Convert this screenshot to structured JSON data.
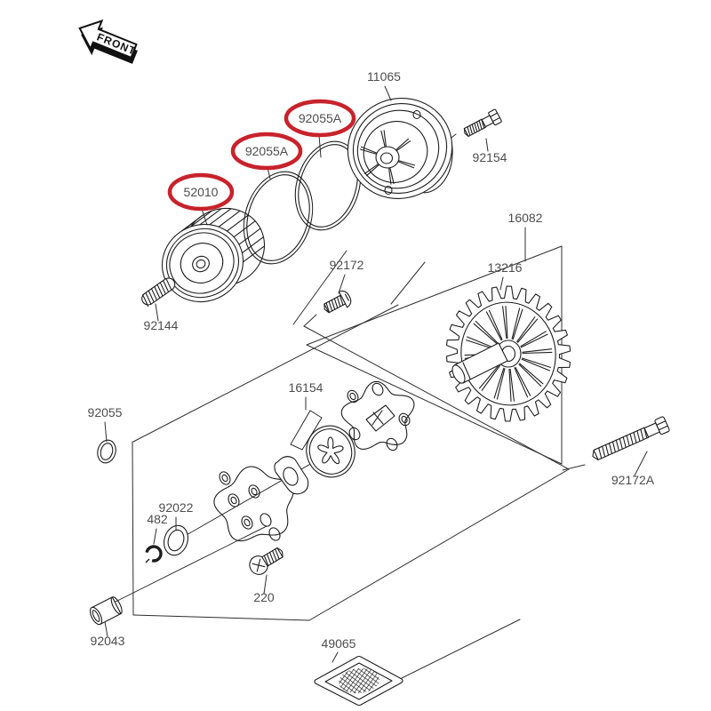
{
  "colors": {
    "highlight_red": "#c8222b",
    "line_ink": "#1e1e1e",
    "label_ink": "#4d4d4d",
    "background": "#ffffff"
  },
  "front_badge": {
    "label": "FRONT"
  },
  "parts": {
    "oil_filter": "52010",
    "oring_large_left": "92055A",
    "oring_large_right": "92055A",
    "pump_cover": "11065",
    "cover_bolt": "92154",
    "pump_assembly": "16082",
    "gear": "13216",
    "body_screw": "92172",
    "spring": "92144",
    "rotor_set": "16154",
    "small_oring": "92055",
    "washer": "92022",
    "circlip": "482",
    "plate_screw": "220",
    "dowel_pin": "92043",
    "oil_screen": "49065",
    "stud_bolt": "92172A"
  },
  "highlighted_part_numbers": [
    "52010",
    "92055A",
    "92055A"
  ]
}
